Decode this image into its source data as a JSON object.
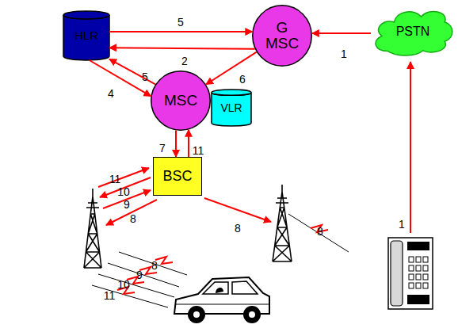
{
  "diagram": {
    "nodes": [
      {
        "text": [
          "HLR"
        ]
      },
      {
        "text": [
          "G MSC"
        ]
      },
      {
        "text": [
          "PSTN"
        ]
      },
      {
        "text": [
          "MSC"
        ]
      },
      {
        "text": [
          "VLR"
        ]
      },
      {
        "text": [
          "BSC"
        ]
      }
    ],
    "edges": [
      {
        "from": 2,
        "to": 1,
        "arrow": "to",
        "label": "1"
      },
      {
        "from": 1,
        "to": 0,
        "arrow": "to",
        "label": "2"
      },
      {
        "from": 0,
        "to": 1,
        "arrow": "to",
        "label": "5"
      },
      {
        "from": 1,
        "to": 3,
        "arrow": "to"
      },
      {
        "from": 0,
        "to": 3,
        "arrow": "to",
        "label": "4"
      },
      {
        "from": 3,
        "to": 0,
        "arrow": "to",
        "label": "5"
      },
      {
        "from": 3,
        "to": 5,
        "arrow": "to",
        "label": "7"
      },
      {
        "from": 5,
        "to": 3,
        "arrow": "to",
        "label": "11"
      }
    ],
    "labels": [
      "1",
      "6",
      "11",
      "10",
      "9",
      "8",
      "8",
      "8",
      "8",
      "9",
      "10",
      "11"
    ]
  }
}
